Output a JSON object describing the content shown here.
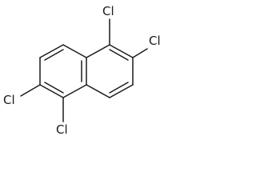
{
  "molecule": {
    "atom_labels": {
      "cl_1": "Cl",
      "cl_2": "Cl",
      "cl_3": "Cl",
      "cl_4": "Cl"
    },
    "colors": {
      "ink": "#1a1a1a",
      "background": "#ffffff"
    }
  }
}
